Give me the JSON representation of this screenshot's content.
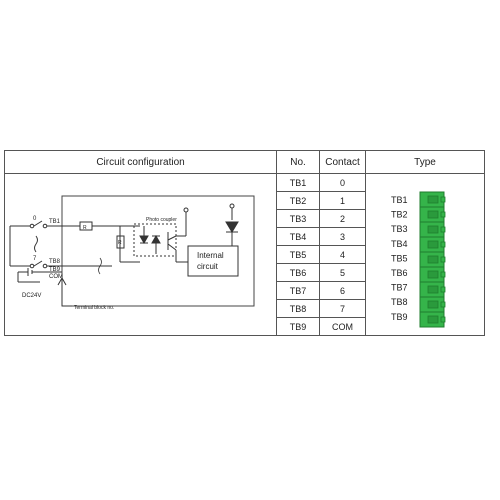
{
  "headers": {
    "circuit": "Circuit configuration",
    "no": "No.",
    "contact": "Contact",
    "type": "Type"
  },
  "rows": [
    {
      "no": "TB1",
      "contact": "0"
    },
    {
      "no": "TB2",
      "contact": "1"
    },
    {
      "no": "TB3",
      "contact": "2"
    },
    {
      "no": "TB4",
      "contact": "3"
    },
    {
      "no": "TB5",
      "contact": "4"
    },
    {
      "no": "TB6",
      "contact": "5"
    },
    {
      "no": "TB7",
      "contact": "6"
    },
    {
      "no": "TB8",
      "contact": "7"
    },
    {
      "no": "TB9",
      "contact": "COM"
    }
  ],
  "diagram": {
    "input_0": "0",
    "input_7": "7",
    "tb1": "TB1",
    "tb8": "TB8",
    "tb9": "TB9",
    "com": "COM",
    "resistor": "R",
    "photo_coupler": "Photo coupler",
    "internal_circuit_line1": "Internal",
    "internal_circuit_line2": "circuit",
    "supply": "DC24V",
    "terminal_block_note": "Terminal block no."
  },
  "terminal_labels": [
    "TB1",
    "TB2",
    "TB3",
    "TB4",
    "TB5",
    "TB6",
    "TB7",
    "TB8",
    "TB9"
  ],
  "colors": {
    "terminal_green": "#35b44a",
    "terminal_dark": "#1f7d2e",
    "border": "#555555"
  }
}
